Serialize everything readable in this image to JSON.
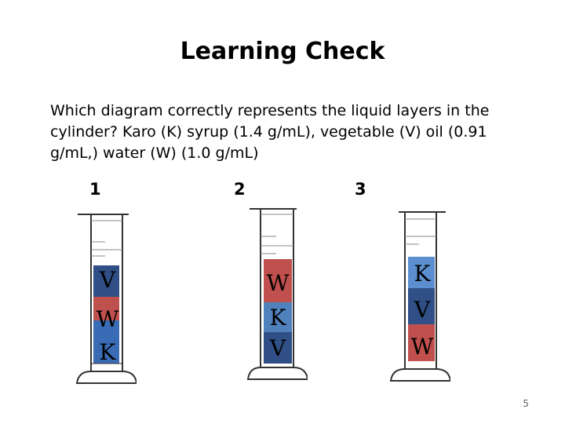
{
  "slide": {
    "title": "Learning Check",
    "question": "Which diagram correctly represents the liquid layers in the cylinder? Karo (K) syrup (1.4 g/mL), vegetable (V) oil (0.91 g/mL,) water (W) (1.0 g/mL)",
    "page_number": "5"
  },
  "diagrams": [
    {
      "number": "1",
      "layers": [
        {
          "label": "V",
          "color": "#2f4f86"
        },
        {
          "label": "W",
          "color": "#c0504d"
        },
        {
          "label": "K",
          "color": "#3a6bb5"
        }
      ]
    },
    {
      "number": "2",
      "layers": [
        {
          "label": "W",
          "color": "#c0504d"
        },
        {
          "label": "K",
          "color": "#4f81bd"
        },
        {
          "label": "V",
          "color": "#2f4f86"
        }
      ]
    },
    {
      "number": "3",
      "layers": [
        {
          "label": "K",
          "color": "#5b8fcf"
        },
        {
          "label": "V",
          "color": "#2f4f86"
        },
        {
          "label": "W",
          "color": "#c0504d"
        }
      ]
    }
  ]
}
